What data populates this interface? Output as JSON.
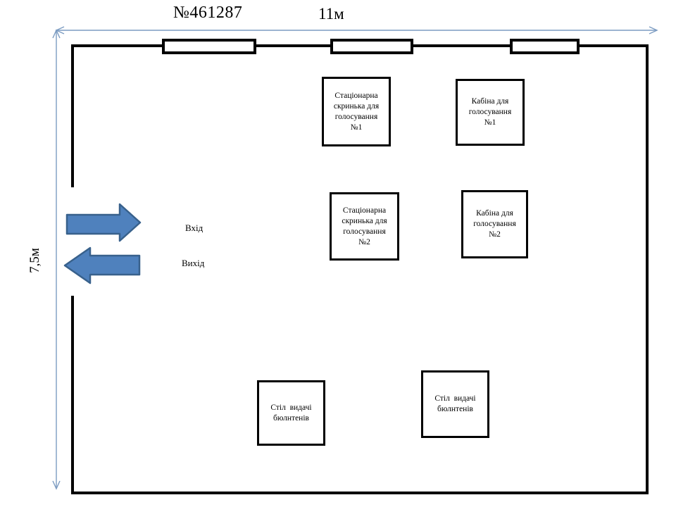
{
  "diagram": {
    "station_number": "№461287",
    "room_width": "11м",
    "room_height": "7,5м",
    "entrance_label": "Вхід",
    "exit_label": "Вихід"
  },
  "furniture": {
    "ballot_box_1": "Стаціонарна\nскринька для\nголосування\n№1",
    "booth_1": "Кабіна для\nголосування\n№1",
    "ballot_box_2": "Стаціонарна\nскринька для\nголосування\n№2",
    "booth_2": "Кабіна для\nголосування\n№2",
    "table_1": "Стіл  видачі\nбюлнтенів",
    "table_2": "Стіл  видачі\nбюлнтенів"
  },
  "colors": {
    "arrow_fill": "#4F81BD",
    "arrow_stroke": "#38618C",
    "dimension_line": "#7C9CC2",
    "wall": "#000000"
  }
}
